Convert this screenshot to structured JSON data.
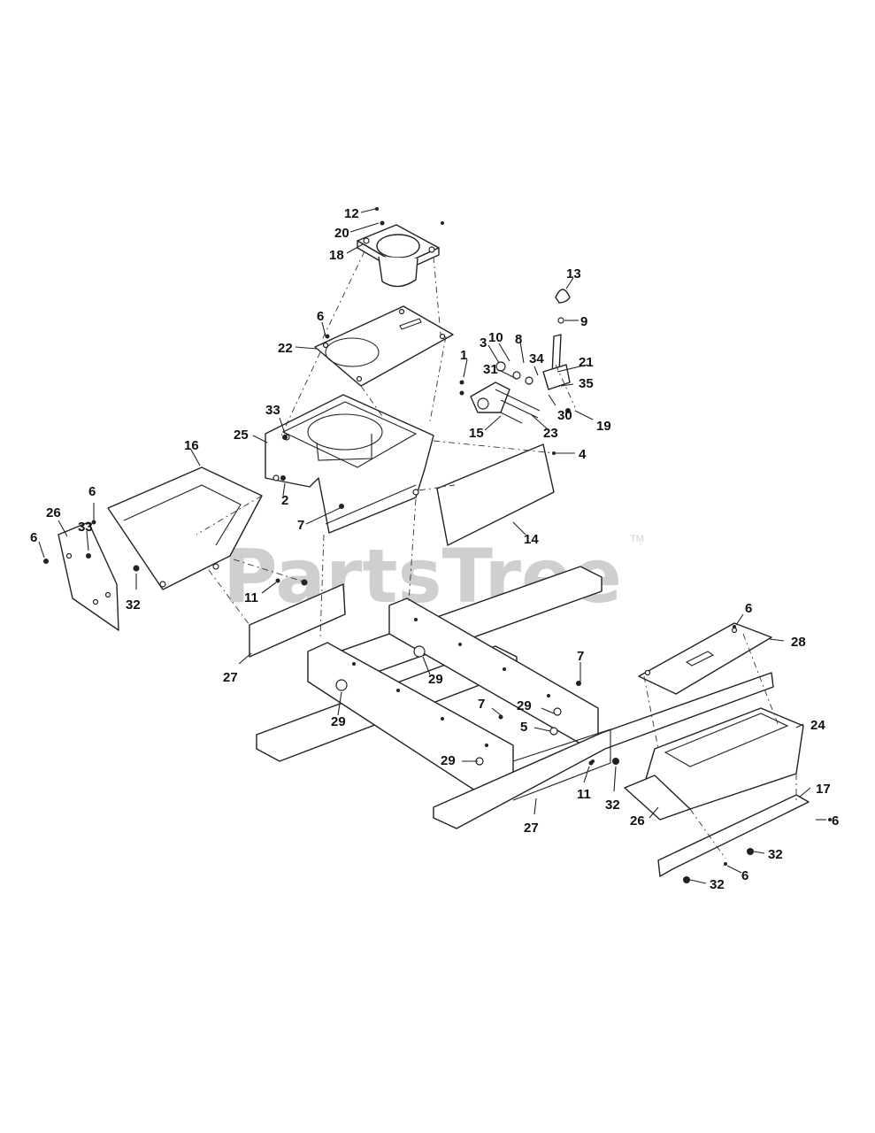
{
  "watermark": {
    "text": "PartsTree",
    "trademark": "TM"
  },
  "callouts": [
    {
      "id": "c12a",
      "text": "12"
    },
    {
      "id": "c20",
      "text": "20"
    },
    {
      "id": "c18",
      "text": "18"
    },
    {
      "id": "c6a",
      "text": "6"
    },
    {
      "id": "c22",
      "text": "22"
    },
    {
      "id": "c33a",
      "text": "33"
    },
    {
      "id": "c25",
      "text": "25"
    },
    {
      "id": "c2",
      "text": "2"
    },
    {
      "id": "c7a",
      "text": "7"
    },
    {
      "id": "c16",
      "text": "16"
    },
    {
      "id": "c6b",
      "text": "6"
    },
    {
      "id": "c26a",
      "text": "26"
    },
    {
      "id": "c33b",
      "text": "33"
    },
    {
      "id": "c6c",
      "text": "6"
    },
    {
      "id": "c32a",
      "text": "32"
    },
    {
      "id": "c11a",
      "text": "11"
    },
    {
      "id": "c27a",
      "text": "27"
    },
    {
      "id": "c13",
      "text": "13"
    },
    {
      "id": "c9",
      "text": "9"
    },
    {
      "id": "c10",
      "text": "10"
    },
    {
      "id": "c8",
      "text": "8"
    },
    {
      "id": "c3",
      "text": "3"
    },
    {
      "id": "c21",
      "text": "21"
    },
    {
      "id": "c1",
      "text": "1"
    },
    {
      "id": "c31",
      "text": "31"
    },
    {
      "id": "c34",
      "text": "34"
    },
    {
      "id": "c35",
      "text": "35"
    },
    {
      "id": "c30",
      "text": "30"
    },
    {
      "id": "c19",
      "text": "19"
    },
    {
      "id": "c15",
      "text": "15"
    },
    {
      "id": "c23",
      "text": "23"
    },
    {
      "id": "c4",
      "text": "4"
    },
    {
      "id": "c14",
      "text": "14"
    },
    {
      "id": "c29a",
      "text": "29"
    },
    {
      "id": "c29b",
      "text": "29"
    },
    {
      "id": "c7b",
      "text": "7"
    },
    {
      "id": "c7c",
      "text": "7"
    },
    {
      "id": "c29c",
      "text": "29"
    },
    {
      "id": "c5",
      "text": "5"
    },
    {
      "id": "c29d",
      "text": "29"
    },
    {
      "id": "c11b",
      "text": "11"
    },
    {
      "id": "c32b",
      "text": "32"
    },
    {
      "id": "c27b",
      "text": "27"
    },
    {
      "id": "c6d",
      "text": "6"
    },
    {
      "id": "c28",
      "text": "28"
    },
    {
      "id": "c24",
      "text": "24"
    },
    {
      "id": "c26b",
      "text": "26"
    },
    {
      "id": "c17",
      "text": "17"
    },
    {
      "id": "c6e",
      "text": "6"
    },
    {
      "id": "c32c",
      "text": "32"
    },
    {
      "id": "c6f",
      "text": "6"
    },
    {
      "id": "c32d",
      "text": "32"
    }
  ]
}
